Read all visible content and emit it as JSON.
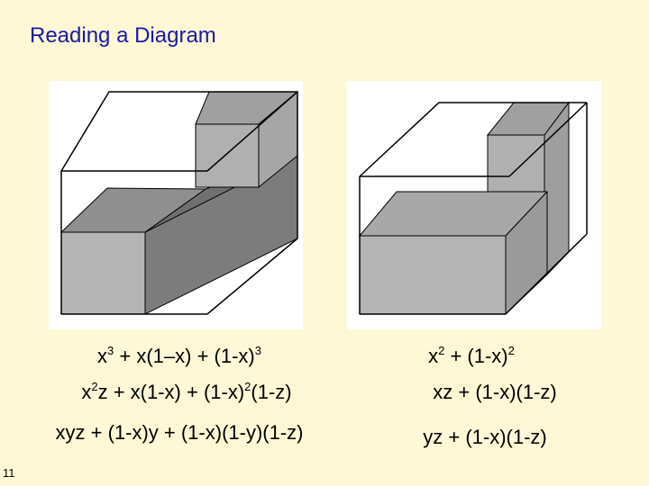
{
  "slide": {
    "title": "Reading a Diagram",
    "number": "11"
  },
  "colors": {
    "background": "#fff8d6",
    "title": "#1a1aa6",
    "face_top": "#a8a8a8",
    "face_front": "#b8b8b8",
    "face_side": "#8a8a8a",
    "face_side_dark": "#707070"
  },
  "left_formulas": [
    [
      {
        "t": "x"
      },
      {
        "sup": "3"
      },
      {
        "t": " + x(1–x) + (1-x)"
      },
      {
        "sup": "3"
      }
    ],
    [
      {
        "t": "x"
      },
      {
        "sup": "2"
      },
      {
        "t": "z + x(1-x) + (1-x)"
      },
      {
        "sup": "2"
      },
      {
        "t": "(1-z)"
      }
    ],
    [
      {
        "t": "xyz + (1-x)y + (1-x)(1-y)(1-z)"
      }
    ]
  ],
  "right_formulas": [
    [
      {
        "t": "x"
      },
      {
        "sup": "2"
      },
      {
        "t": " + (1-x)"
      },
      {
        "sup": "2"
      }
    ],
    [
      {
        "t": "xz + (1-x)(1-z)"
      }
    ],
    [
      {
        "t": "yz + (1-x)(1-z)"
      }
    ]
  ]
}
